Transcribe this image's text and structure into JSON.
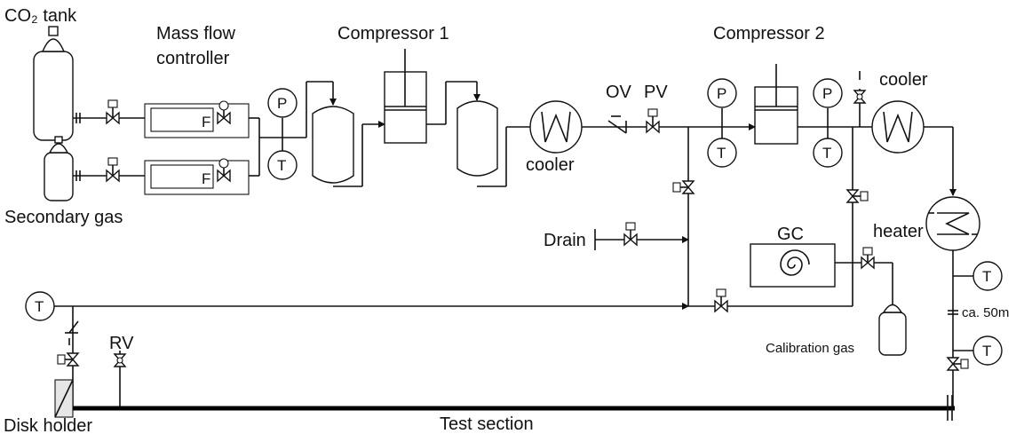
{
  "labels": {
    "co2_tank": "CO₂ tank",
    "mass_flow_line1": "Mass flow",
    "mass_flow_line2": "controller",
    "secondary_gas": "Secondary gas",
    "compressor1": "Compressor 1",
    "compressor2": "Compressor 2",
    "cooler1": "cooler",
    "cooler2": "cooler",
    "ov": "OV",
    "pv": "PV",
    "drain": "Drain",
    "gc": "GC",
    "heater": "heater",
    "calibration_gas": "Calibration gas",
    "rv": "RV",
    "distance": "ca. 50m",
    "disk_holder": "Disk holder",
    "test_section": "Test section"
  },
  "instruments": {
    "pressure": "P",
    "temperature": "T",
    "flow": "F"
  }
}
